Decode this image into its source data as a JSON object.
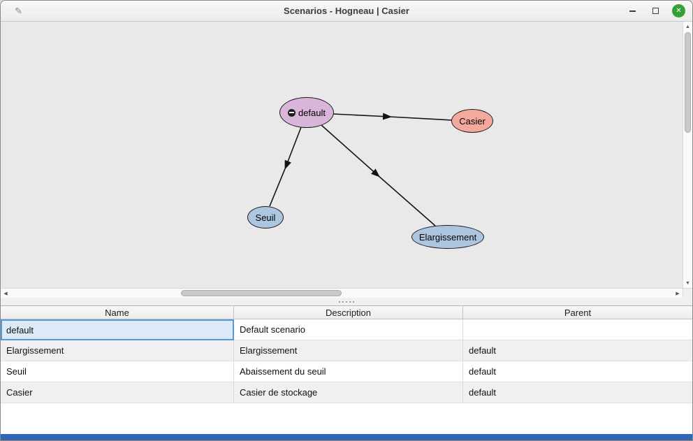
{
  "window": {
    "title": "Scenarios - Hogneau | Casier"
  },
  "icons": {
    "app": "✎",
    "close": "✕",
    "scroll_up": "▲",
    "scroll_down": "▼",
    "scroll_left": "◀",
    "scroll_right": "▶"
  },
  "colors": {
    "canvas_background": "#e9e9e9",
    "node_default": "#d9b5d9",
    "node_casier": "#f4a89e",
    "node_blue": "#adc6e0",
    "selected_cell_background": "#dce9f8",
    "selected_cell_border": "#549ad4",
    "close_button": "#35a038",
    "bottom_accent_bar": "#2f66b8"
  },
  "graph": {
    "nodes": [
      {
        "label": "default"
      },
      {
        "label": "Casier"
      },
      {
        "label": "Seuil"
      },
      {
        "label": "Elargissement"
      }
    ]
  },
  "table": {
    "headers": [
      "Name",
      "Description",
      "Parent"
    ],
    "rows": [
      {
        "name": "default",
        "description": "Default scenario",
        "parent": ""
      },
      {
        "name": "Elargissement",
        "description": "Elargissement",
        "parent": "default"
      },
      {
        "name": "Seuil",
        "description": "Abaissement du seuil",
        "parent": "default"
      },
      {
        "name": "Casier",
        "description": "Casier de stockage",
        "parent": "default"
      }
    ]
  }
}
